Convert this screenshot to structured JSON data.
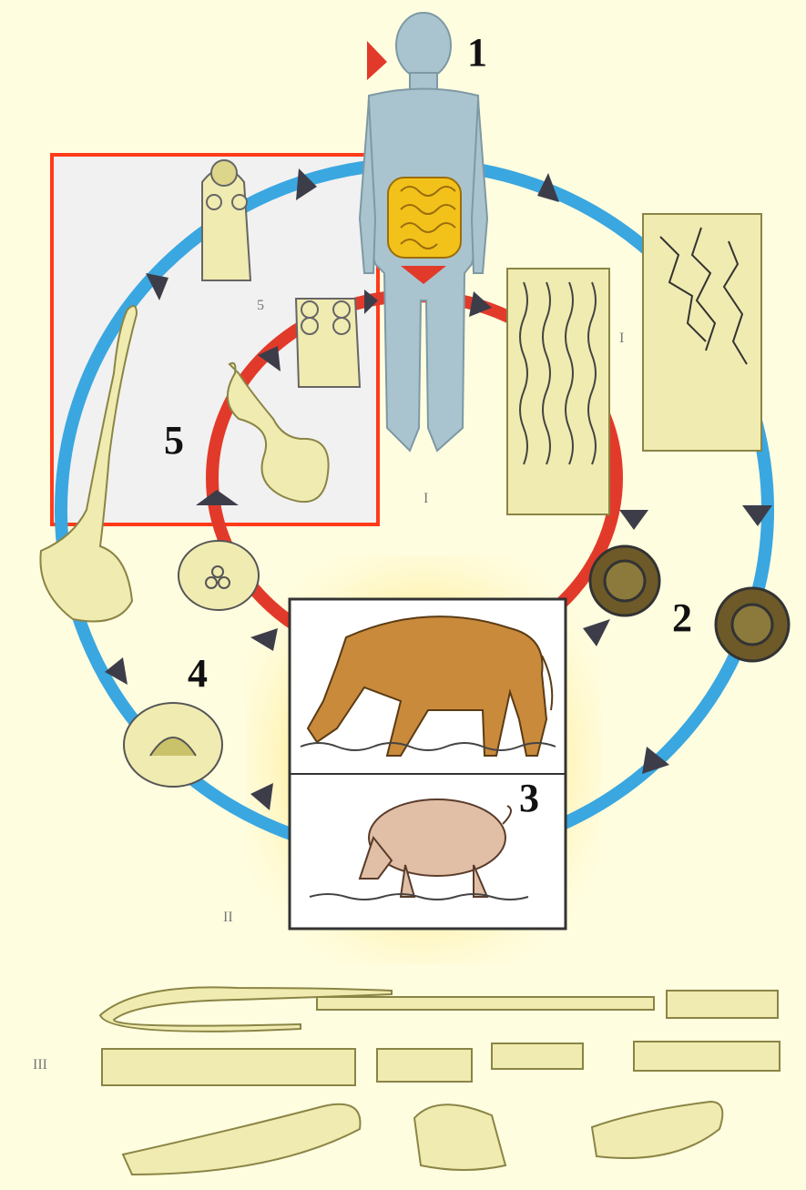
{
  "stage_labels": {
    "one": "1",
    "two": "2",
    "three": "3",
    "four": "4",
    "five": "5"
  },
  "roman_labels": {
    "i_human": "I",
    "i_proglottid": "I",
    "ii_hosts": "II",
    "iii_segments": "III",
    "five_small": "5"
  },
  "colors": {
    "background": "#fffde0",
    "highlight_border": "#ff3b1a",
    "cycle_blue": "#3aa7e0",
    "cycle_red": "#e23a2a",
    "human": "#a9c4cf",
    "intestine": "#f2c21b",
    "worm": "#f0ebb0",
    "cow": "#c98a3c",
    "pig": "#e0bfa6"
  }
}
